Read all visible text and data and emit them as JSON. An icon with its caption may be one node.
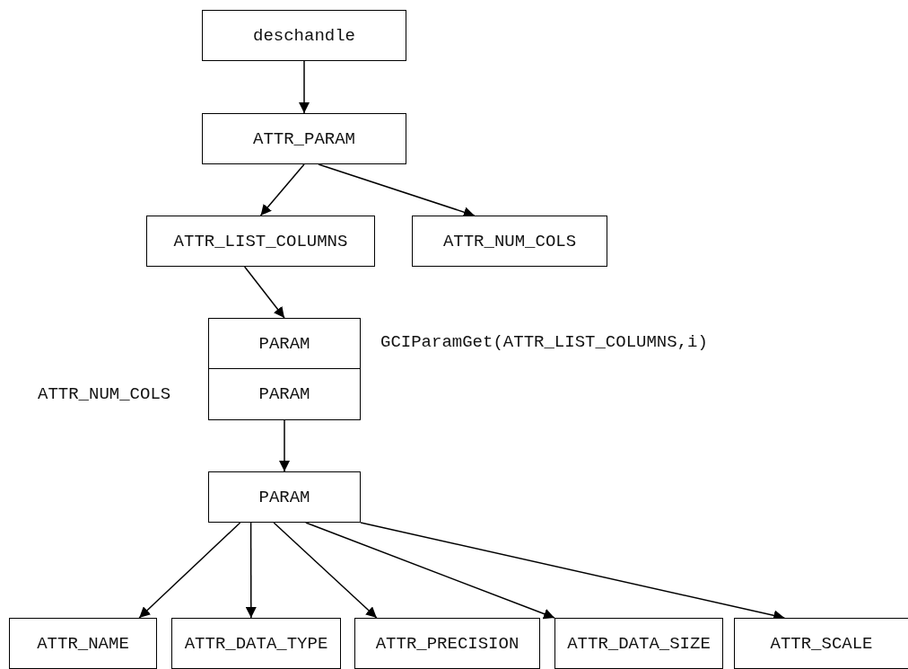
{
  "diagram": {
    "nodes": [
      {
        "text": [
          "deschandle"
        ]
      },
      {
        "text": [
          "ATTR_PARAM"
        ]
      },
      {
        "text": [
          "ATTR_LIST_COLUMNS"
        ]
      },
      {
        "text": [
          "ATTR_NUM_COLS"
        ]
      },
      {
        "text": [
          "PARAM"
        ],
        "beside": [
          "GCIParamGet(ATTR_LIST_COLUMNS,i)"
        ]
      },
      {
        "text": [
          "PARAM"
        ],
        "beside": [
          "ATTR_NUM_COLS"
        ]
      },
      {
        "text": [
          "PARAM"
        ]
      },
      {
        "text": [
          "ATTR_NAME"
        ]
      },
      {
        "text": [
          "ATTR_DATA_TYPE"
        ]
      },
      {
        "text": [
          "ATTR_PRECISION"
        ]
      },
      {
        "text": [
          "ATTR_DATA_SIZE"
        ]
      },
      {
        "text": [
          "ATTR_SCALE"
        ]
      }
    ],
    "edges": [
      {
        "from": 0,
        "to": 1,
        "arrow": "to"
      },
      {
        "from": 1,
        "to": 2,
        "arrow": "to"
      },
      {
        "from": 1,
        "to": 3,
        "arrow": "to"
      },
      {
        "from": 2,
        "to": 4,
        "arrow": "to"
      },
      {
        "from": 5,
        "to": 6,
        "arrow": "to"
      },
      {
        "from": 6,
        "to": 7,
        "arrow": "to"
      },
      {
        "from": 6,
        "to": 8,
        "arrow": "to"
      },
      {
        "from": 6,
        "to": 9,
        "arrow": "to"
      },
      {
        "from": 6,
        "to": 10,
        "arrow": "to"
      },
      {
        "from": 6,
        "to": 11,
        "arrow": "to"
      }
    ]
  }
}
